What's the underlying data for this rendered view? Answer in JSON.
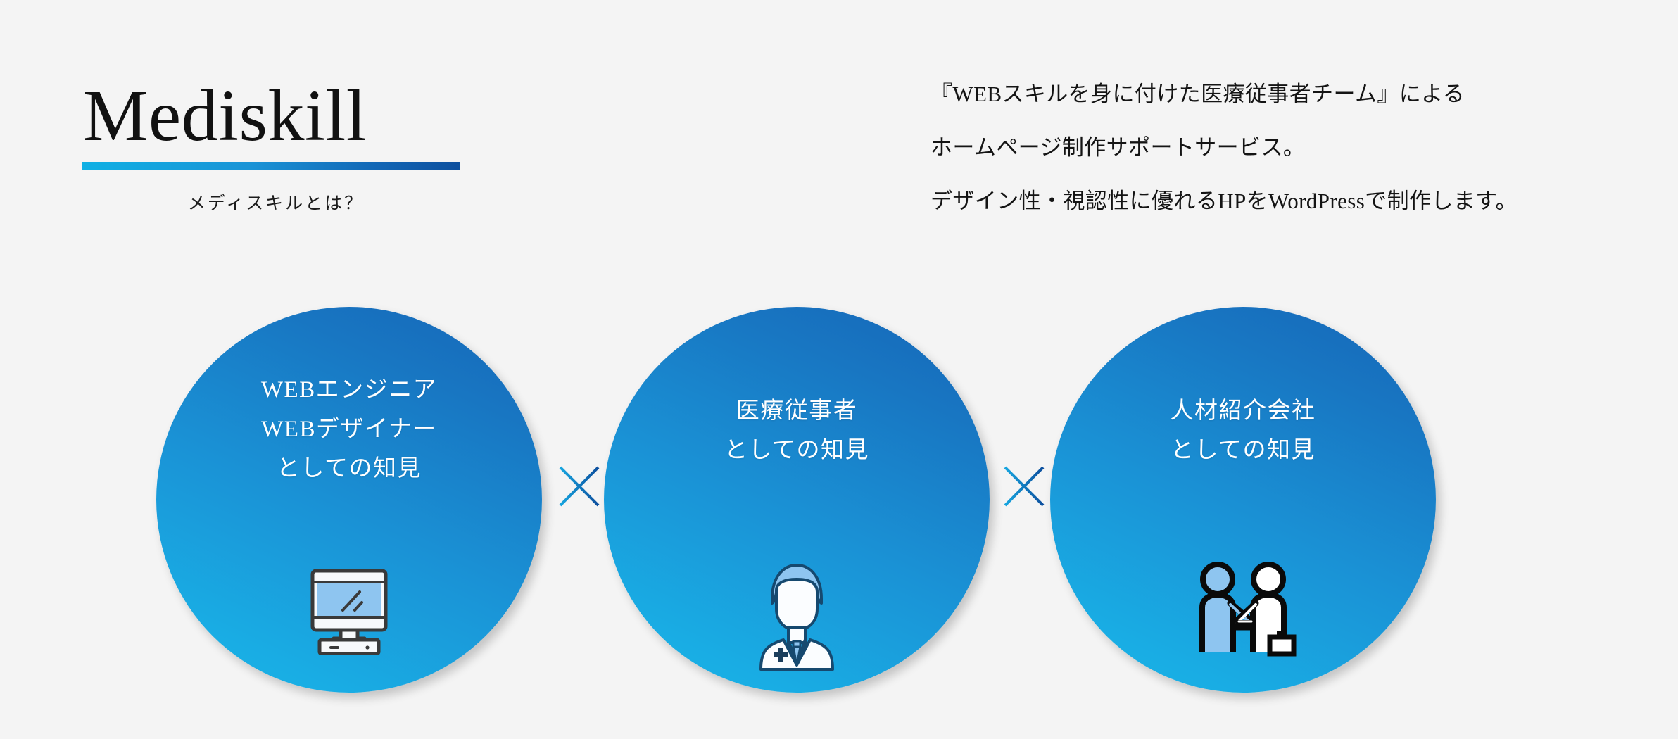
{
  "page": {
    "background_color": "#f4f4f4",
    "accent_light": "#0fb0e4",
    "accent_dark": "#0d4f9e"
  },
  "brand": {
    "title": "Mediskill",
    "subtitle": "メディスキルとは？",
    "rule_gradient_from": "#0fb0e4",
    "rule_gradient_to": "#0d4f9e"
  },
  "lead": {
    "lines": [
      "『WEBスキルを身に付けた医療従事者チーム』による",
      "ホームページ制作サポートサービス。",
      "デザイン性・視認性に優れるHPをWordPressで制作します。"
    ]
  },
  "circles": [
    {
      "id": "web-engineer",
      "lines": [
        "WEBエンジニア",
        "WEBデザイナー",
        "としての知見"
      ],
      "icon": "desktop-monitor-icon"
    },
    {
      "id": "medical-worker",
      "lines": [
        "医療従事者",
        "としての知見"
      ],
      "icon": "doctor-icon"
    },
    {
      "id": "staffing-agency",
      "lines": [
        "人材紹介会社",
        "としての知見"
      ],
      "icon": "handshake-icon"
    }
  ],
  "separators": [
    {
      "id": "separator-1",
      "symbol": "X"
    },
    {
      "id": "separator-2",
      "symbol": "X"
    }
  ]
}
